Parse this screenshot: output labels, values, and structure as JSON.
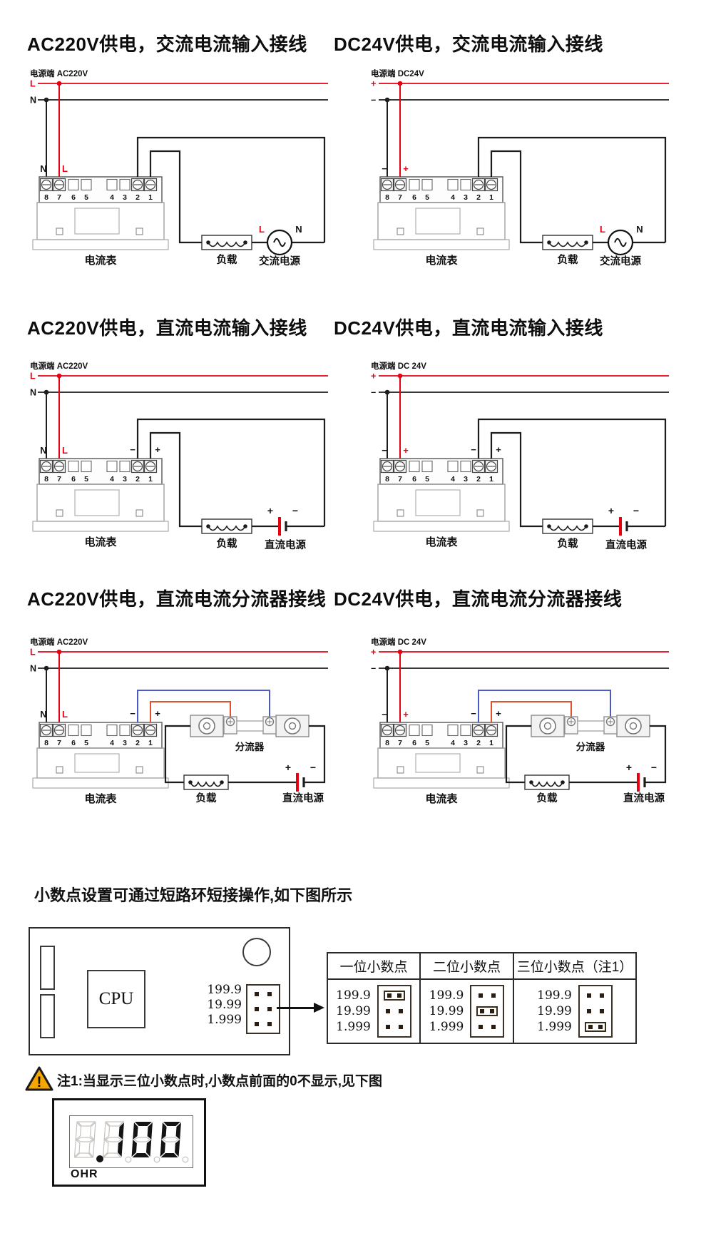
{
  "colors": {
    "live_red": "#e60012",
    "wire_black": "#1c1c1c",
    "sense_blue": "#4a5ac8",
    "sense_orange": "#e0512b",
    "warning_yellow": "#f7a600"
  },
  "wiring": {
    "terminal_numbers": [
      "8",
      "7",
      "6",
      "5",
      "4",
      "3",
      "2",
      "1"
    ],
    "diagrams": [
      {
        "title": "AC220V供电，交流电流输入接线",
        "power_label": "电源端  AC220V",
        "line_top": "L",
        "line_bottom": "N",
        "term_top_left": "N",
        "term_top_right": "L",
        "input_neg": "",
        "input_pos": "",
        "meter_label": "电流表",
        "load_label": "负载",
        "source_label": "交流电源",
        "source_left": "L",
        "source_right": "N"
      },
      {
        "title": "DC24V供电，交流电流输入接线",
        "power_label": "电源端 DC24V",
        "line_top": "+",
        "line_bottom": "−",
        "term_top_left": "−",
        "term_top_right": "+",
        "input_neg": "",
        "input_pos": "",
        "meter_label": "电流表",
        "load_label": "负载",
        "source_label": "交流电源",
        "source_left": "L",
        "source_right": "N"
      },
      {
        "title": "AC220V供电，直流电流输入接线",
        "power_label": "电源端  AC220V",
        "line_top": "L",
        "line_bottom": "N",
        "term_top_left": "N",
        "term_top_right": "L",
        "input_neg": "−",
        "input_pos": "+",
        "meter_label": "电流表",
        "load_label": "负载",
        "source_label": "直流电源",
        "source_plus": "+",
        "source_minus": "−"
      },
      {
        "title": "DC24V供电，直流电流输入接线",
        "power_label": "电源端 DC 24V",
        "line_top": "+",
        "line_bottom": "−",
        "term_top_left": "−",
        "term_top_right": "+",
        "input_neg": "−",
        "input_pos": "+",
        "meter_label": "电流表",
        "load_label": "负载",
        "source_label": "直流电源",
        "source_plus": "+",
        "source_minus": "−"
      },
      {
        "title": "AC220V供电，直流电流分流器接线",
        "power_label": "电源端  AC220V",
        "line_top": "L",
        "line_bottom": "N",
        "term_top_left": "N",
        "term_top_right": "L",
        "input_neg": "−",
        "input_pos": "+",
        "meter_label": "电流表",
        "load_label": "负载",
        "source_label": "直流电源",
        "source_plus": "+",
        "source_minus": "−",
        "shunt_label": "分流器"
      },
      {
        "title": "DC24V供电，直流电流分流器接线",
        "power_label": "电源端 DC 24V",
        "line_top": "+",
        "line_bottom": "−",
        "term_top_left": "−",
        "term_top_right": "+",
        "input_neg": "−",
        "input_pos": "+",
        "meter_label": "电流表",
        "load_label": "负载",
        "source_label": "直流电源",
        "source_plus": "+",
        "source_minus": "−",
        "shunt_label": "分流器"
      }
    ]
  },
  "decimal_section": {
    "heading": "小数点设置可通过短路环短接操作,如下图所示",
    "board": {
      "cpu_label": "CPU",
      "range_labels": [
        "199.9",
        "19.99",
        "1.999"
      ]
    },
    "table": {
      "columns": [
        {
          "header": "一位小数点",
          "rows": [
            "199.9",
            "19.99",
            "1.999"
          ],
          "shorted_row": 0
        },
        {
          "header": "二位小数点",
          "rows": [
            "199.9",
            "19.99",
            "1.999"
          ],
          "shorted_row": 1
        },
        {
          "header": "三位小数点（注1）",
          "rows": [
            "199.9",
            "19.99",
            "1.999"
          ],
          "shorted_row": 2
        }
      ]
    },
    "note": "注1:当显示三位小数点时,小数点前面的0不显示,见下图",
    "display": {
      "value": ".100",
      "brand": "OHR"
    }
  }
}
